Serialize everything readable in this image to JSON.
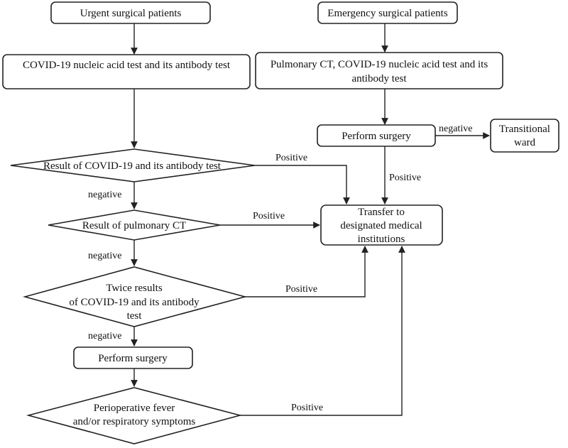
{
  "nodes": {
    "urgent": "Urgent surgical patients",
    "emergency": "Emergency surgical patients",
    "covid_test": "COVID-19 nucleic acid test and its antibody test",
    "ct_test_l1": "Pulmonary CT, COVID-19 nucleic acid test and its",
    "ct_test_l2": "antibody test",
    "surgery_right": "Perform surgery",
    "transitional_l1": "Transitional",
    "transitional_l2": "ward",
    "result_covid": "Result of COVID-19 and its antibody test",
    "result_ct": "Result of pulmonary CT",
    "twice_l1": "Twice results",
    "twice_l2": "of COVID-19 and its antibody",
    "twice_l3": "test",
    "transfer_l1": "Transfer to",
    "transfer_l2": "designated medical",
    "transfer_l3": "institutions",
    "surgery_left": "Perform surgery",
    "periop_l1": "Perioperative fever",
    "periop_l2": "and/or respiratory symptoms"
  },
  "edges": {
    "positive": "Positive",
    "negative": "negative"
  },
  "colors": {
    "stroke": "#222222",
    "text": "#111111",
    "background": "#ffffff"
  }
}
